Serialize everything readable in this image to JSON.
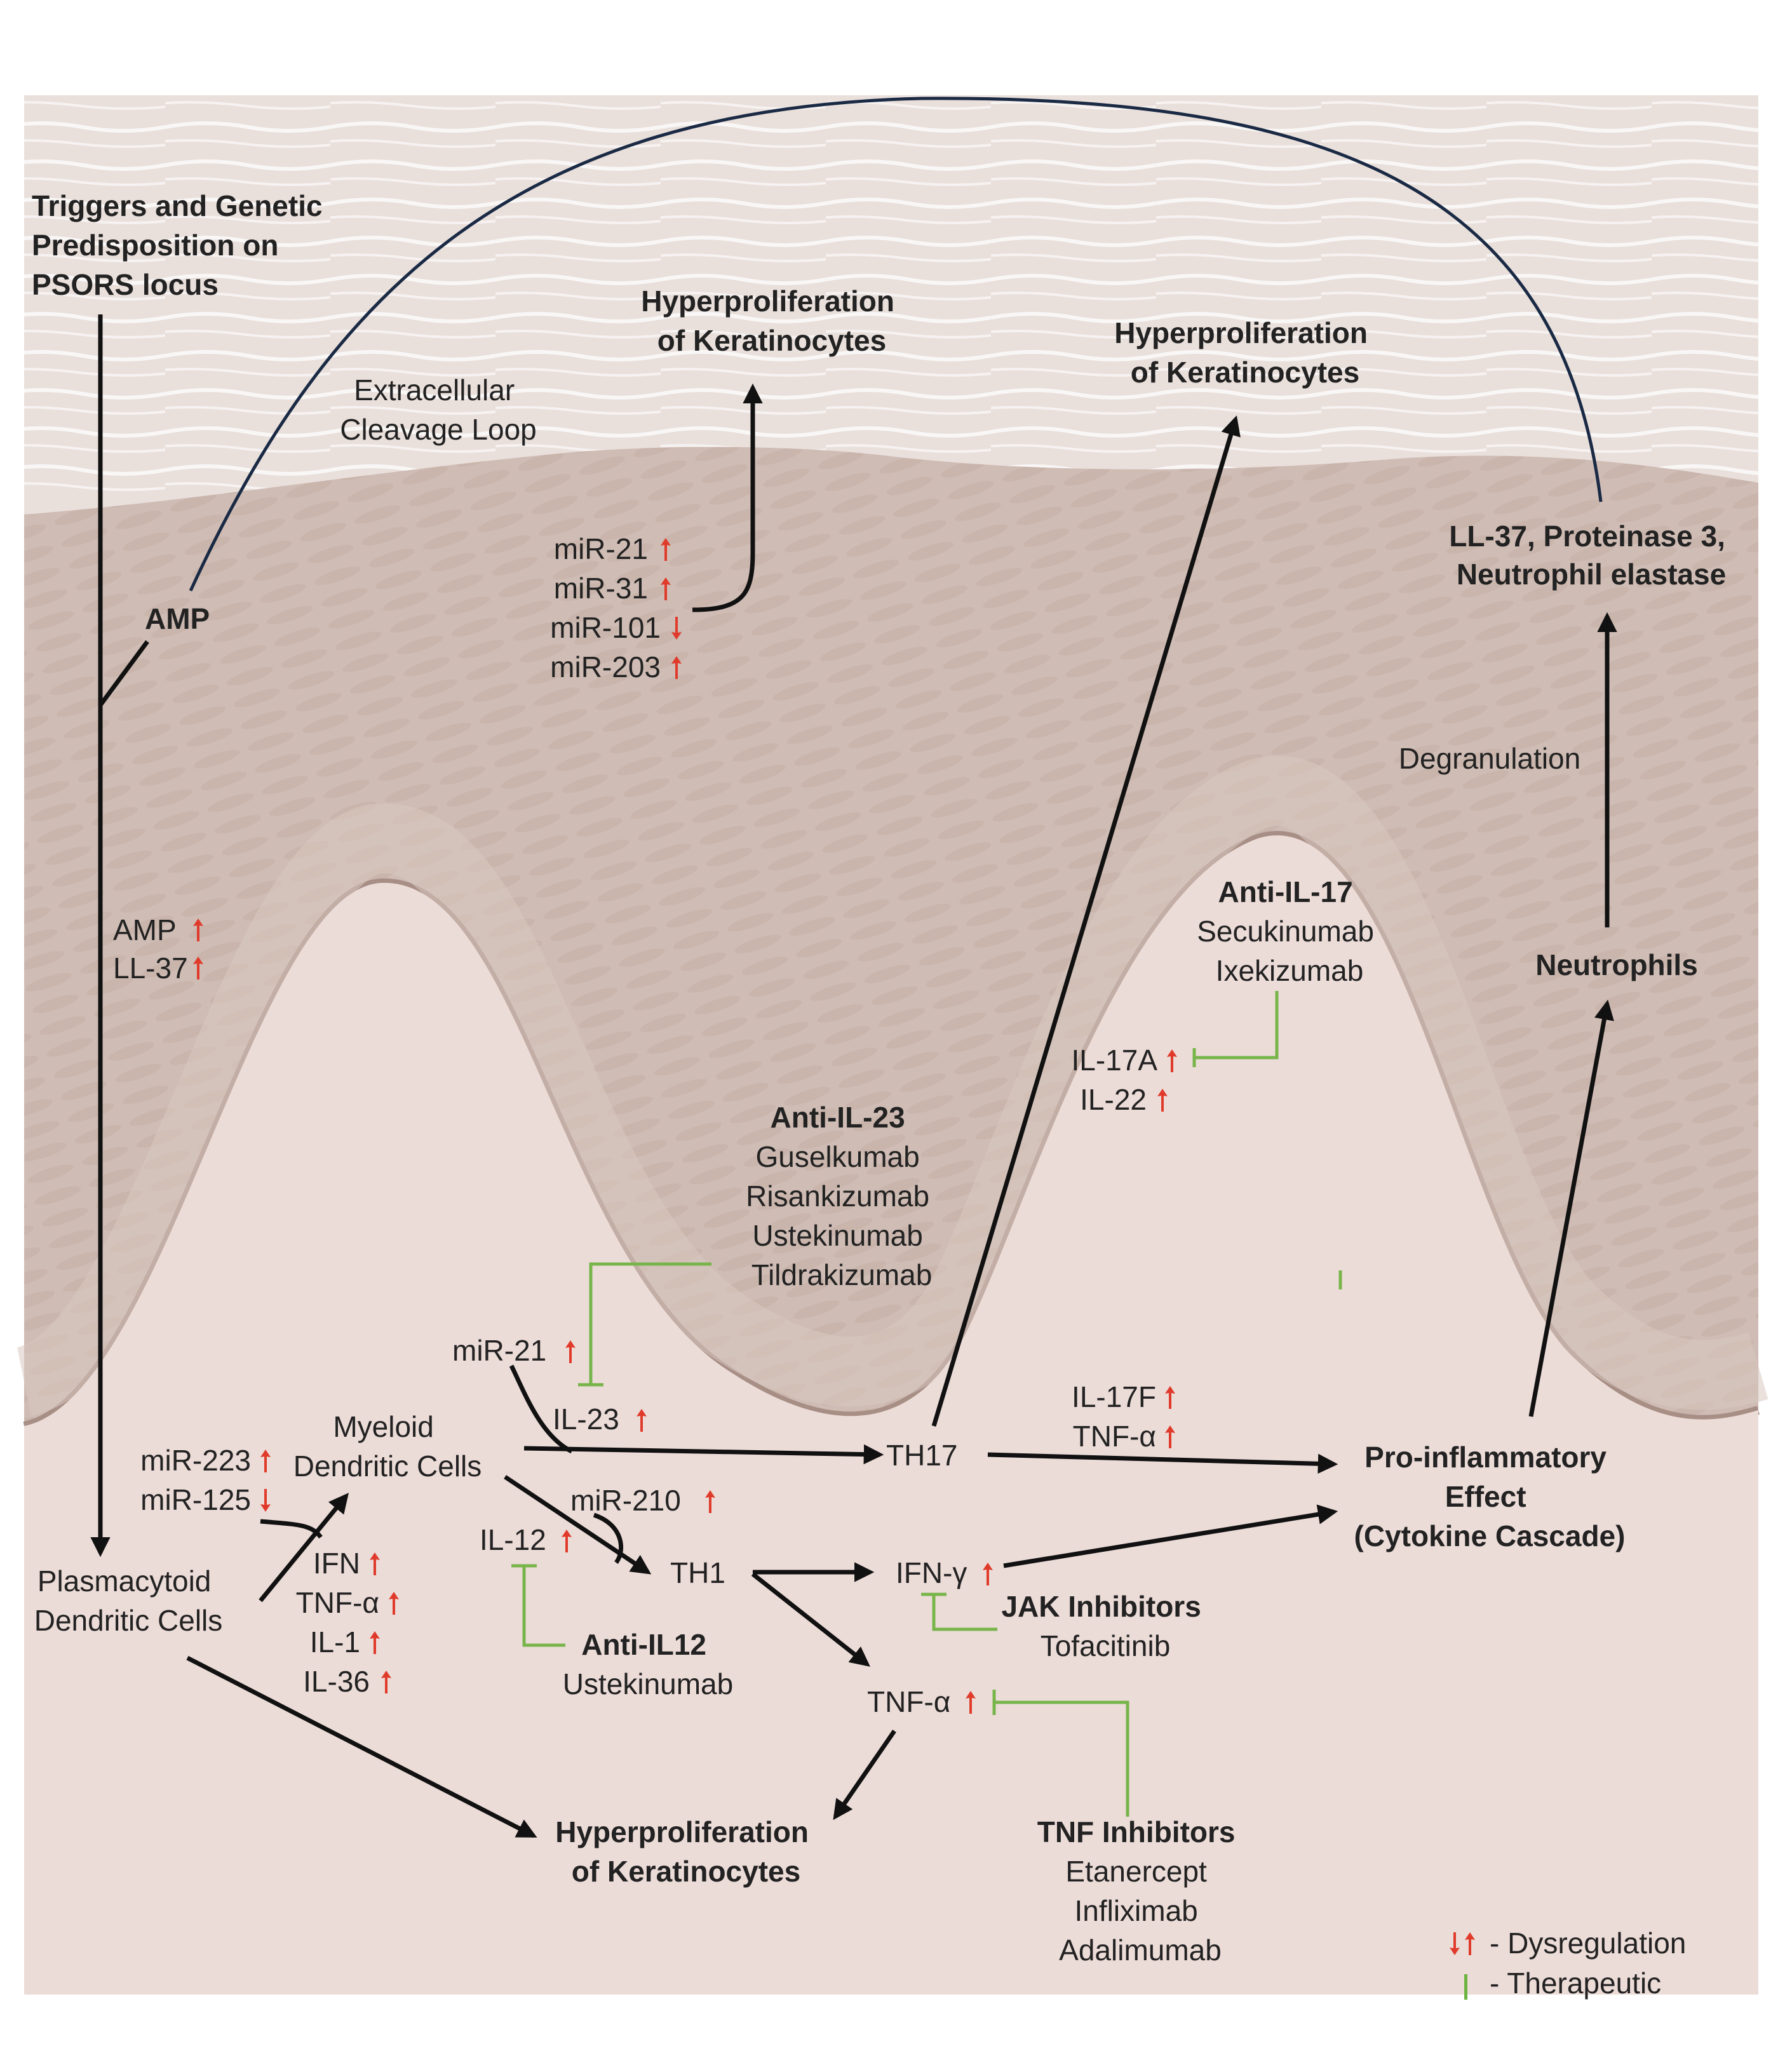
{
  "labels": {
    "triggers": [
      "Triggers and Genetic",
      "Predisposition on",
      "PSORS locus"
    ],
    "amp_top": "AMP",
    "amp_up": "AMP",
    "ll37_up": "LL-37",
    "extracellular": [
      "Extracellular",
      "Cleavage Loop"
    ],
    "hyper_top_left": [
      "Hyperproliferation",
      "of Keratinocytes"
    ],
    "hyper_top_right": [
      "Hyperproliferation",
      "of Keratinocytes"
    ],
    "hyper_bottom": [
      "Hyperproliferation",
      "of Keratinocytes"
    ],
    "mir_list": [
      "miR-21",
      "miR-31",
      "miR-101",
      "miR-203"
    ],
    "ll37_products": [
      "LL-37, Proteinase 3,",
      "Neutrophil elastase"
    ],
    "degranulation": "Degranulation",
    "neutrophils": "Neutrophils",
    "anti_il17": {
      "title": "Anti-IL-17",
      "drugs": [
        "Secukinumab",
        "Ixekizumab"
      ]
    },
    "il17a": "IL-17A",
    "il22": "IL-22",
    "anti_il23": {
      "title": "Anti-IL-23",
      "drugs": [
        "Guselkumab",
        "Risankizumab",
        "Ustekinumab",
        "Tildrakizumab"
      ]
    },
    "mir21_lower": "miR-21",
    "il23": "IL-23",
    "myeloid": [
      "Myeloid",
      "Dendritic Cells"
    ],
    "mir223": "miR-223",
    "mir125": "miR-125",
    "th17": "TH17",
    "il17f": "IL-17F",
    "tnfa_th17": "TNF-α",
    "proinflammatory": [
      "Pro-inflammatory",
      "Effect",
      "(Cytokine Cascade)"
    ],
    "mir210": "miR-210",
    "il12": "IL-12",
    "th1": "TH1",
    "ifng": "IFN-γ",
    "jak": {
      "title": "JAK Inhibitors",
      "drugs": [
        "Tofacitinib"
      ]
    },
    "plasmacytoid": [
      "Plasmacytoid",
      "Dendritic Cells"
    ],
    "pdc_cytokines": [
      "IFN",
      "TNF-α",
      "IL-1",
      "IL-36"
    ],
    "anti_il12": {
      "title": "Anti-IL12",
      "drugs": [
        "Ustekinumab"
      ]
    },
    "tnfa_th1": "TNF-α",
    "tnf_inhibitors": {
      "title": "TNF Inhibitors",
      "drugs": [
        "Etanercept",
        "Infliximab",
        "Adalimumab"
      ]
    }
  },
  "legend": {
    "dysregulation": "- Dysregulation",
    "therapeutic": "- Therapeutic"
  },
  "colors": {
    "arrow": "#111111",
    "inhibitor": "#77b54b",
    "regulation_arrow": "#e03a2a",
    "dermis": "#ecdcd8",
    "epidermis": "#cfbcb4",
    "stratum_corneum": "#e9dfdb"
  }
}
